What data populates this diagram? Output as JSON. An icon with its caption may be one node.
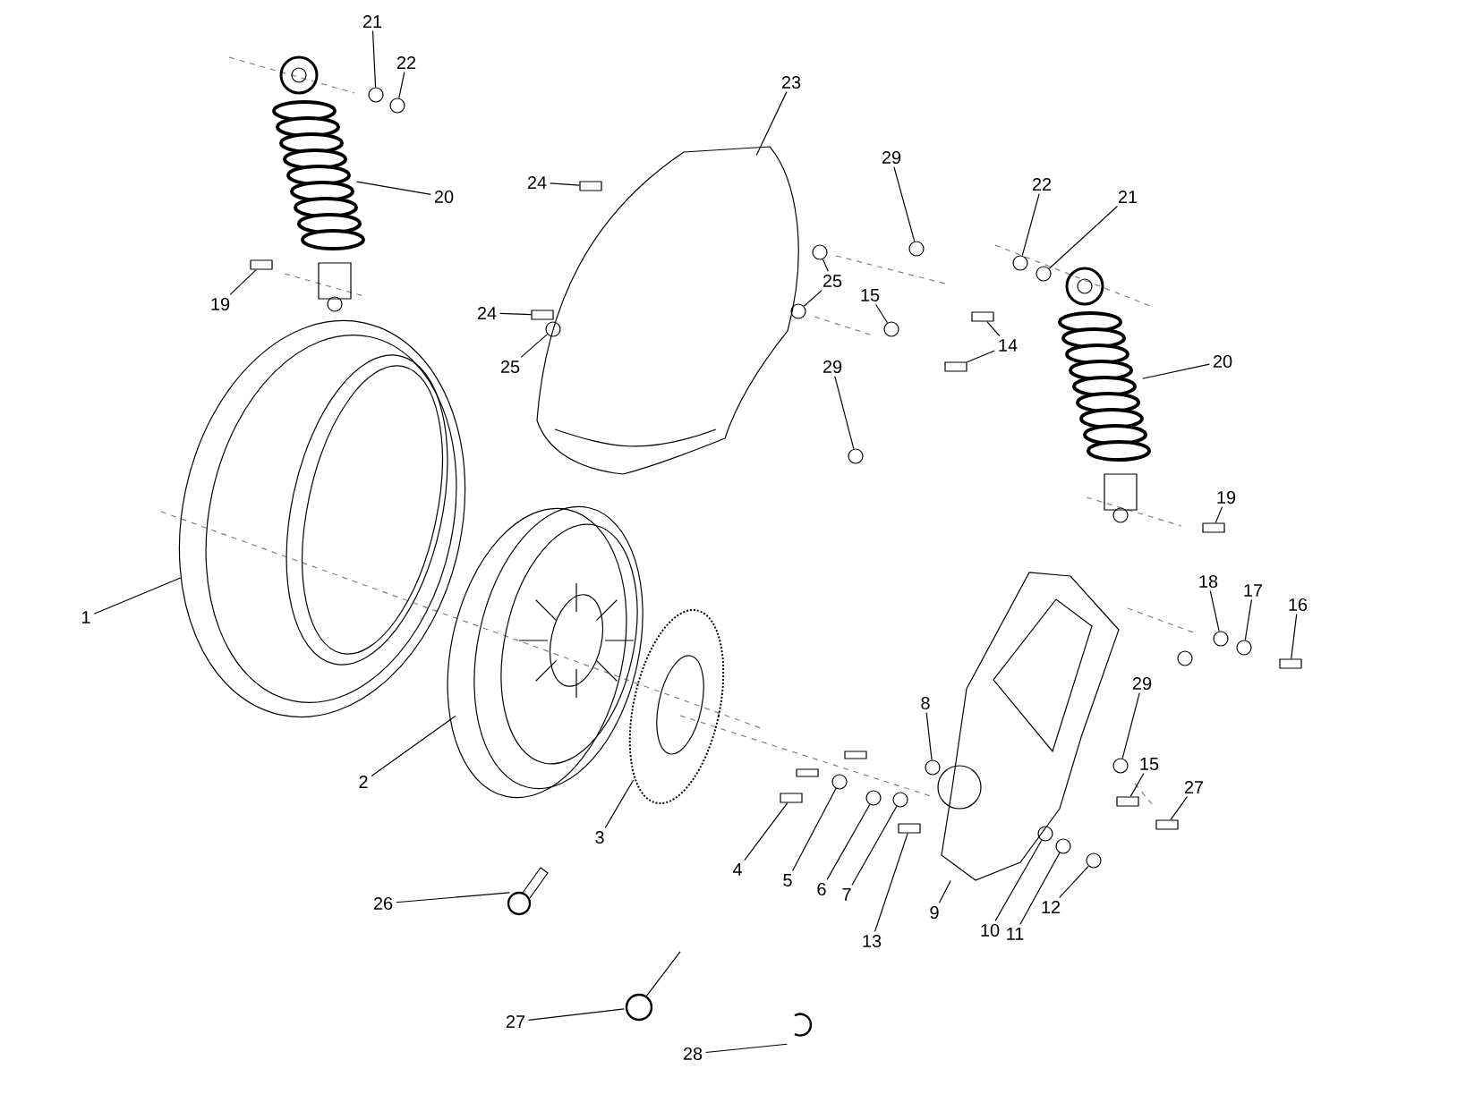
{
  "diagram": {
    "nodes": [
      {
        "text": [
          "21"
        ]
      },
      {
        "text": [
          "22"
        ]
      },
      {
        "text": [
          "23"
        ]
      },
      {
        "text": [
          "29"
        ]
      },
      {
        "text": [
          "22"
        ]
      },
      {
        "text": [
          "21"
        ]
      },
      {
        "text": [
          "24"
        ]
      },
      {
        "text": [
          "20"
        ]
      },
      {
        "text": [
          "25"
        ]
      },
      {
        "text": [
          "15"
        ]
      },
      {
        "text": [
          "14"
        ]
      },
      {
        "text": [
          "20"
        ]
      },
      {
        "text": [
          "19"
        ]
      },
      {
        "text": [
          "24"
        ]
      },
      {
        "text": [
          "25"
        ]
      },
      {
        "text": [
          "29"
        ]
      },
      {
        "text": [
          "19"
        ]
      },
      {
        "text": [
          "18"
        ]
      },
      {
        "text": [
          "17"
        ]
      },
      {
        "text": [
          "16"
        ]
      },
      {
        "text": [
          "1"
        ]
      },
      {
        "text": [
          "8"
        ]
      },
      {
        "text": [
          "29"
        ]
      },
      {
        "text": [
          "15"
        ]
      },
      {
        "text": [
          "27"
        ]
      },
      {
        "text": [
          "2"
        ]
      },
      {
        "text": [
          "3"
        ]
      },
      {
        "text": [
          "4"
        ]
      },
      {
        "text": [
          "5"
        ]
      },
      {
        "text": [
          "6"
        ]
      },
      {
        "text": [
          "7"
        ]
      },
      {
        "text": [
          "12"
        ]
      },
      {
        "text": [
          "9"
        ]
      },
      {
        "text": [
          "10"
        ]
      },
      {
        "text": [
          "11"
        ]
      },
      {
        "text": [
          "13"
        ]
      },
      {
        "text": [
          "26"
        ]
      },
      {
        "text": [
          "27"
        ]
      },
      {
        "text": [
          "28"
        ]
      },
      {
        "text": [],
        "shape": "circle"
      },
      {
        "text": [],
        "shape": "circle"
      },
      {
        "text": [],
        "shape": "picture"
      },
      {
        "text": [],
        "shape": "circle"
      },
      {
        "text": [],
        "shape": "circle"
      },
      {
        "text": [],
        "shape": "circle"
      },
      {
        "text": [],
        "shape": "bolt"
      },
      {
        "text": [],
        "shape": "picture"
      },
      {
        "text": [],
        "shape": "circle"
      },
      {
        "text": [],
        "shape": "circle"
      },
      {
        "text": [],
        "shape": "circle"
      },
      {
        "text": [],
        "shape": "bolt"
      },
      {
        "text": [],
        "shape": "bolt"
      },
      {
        "text": [],
        "shape": "picture"
      },
      {
        "text": [],
        "shape": "bolt"
      },
      {
        "text": [],
        "shape": "bolt"
      },
      {
        "text": [],
        "shape": "circle"
      },
      {
        "text": [],
        "shape": "circle"
      },
      {
        "text": [],
        "shape": "bolt"
      },
      {
        "text": [],
        "shape": "circle"
      },
      {
        "text": [],
        "shape": "circle"
      },
      {
        "text": [],
        "shape": "bolt"
      },
      {
        "text": [],
        "shape": "picture"
      },
      {
        "text": [],
        "shape": "circle"
      },
      {
        "text": [],
        "shape": "circle"
      },
      {
        "text": [],
        "shape": "bolt"
      },
      {
        "text": [],
        "shape": "bolt"
      },
      {
        "text": [],
        "shape": "picture"
      },
      {
        "text": [],
        "shape": "picture"
      },
      {
        "text": [],
        "shape": "bolt"
      },
      {
        "text": [],
        "shape": "circle"
      },
      {
        "text": [],
        "shape": "circle"
      },
      {
        "text": [],
        "shape": "circle"
      },
      {
        "text": [],
        "shape": "circle"
      },
      {
        "text": [],
        "shape": "picture"
      },
      {
        "text": [],
        "shape": "circle"
      },
      {
        "text": [],
        "shape": "circle"
      },
      {
        "text": [],
        "shape": "bolt"
      },
      {
        "text": [],
        "shape": "picture"
      },
      {
        "text": [],
        "shape": "picture"
      },
      {
        "text": [],
        "shape": "picture"
      }
    ],
    "edges": [
      {
        "from": 0,
        "to": 39,
        "arrow": "none"
      },
      {
        "from": 1,
        "to": 40,
        "arrow": "none"
      },
      {
        "from": 2,
        "to": 41,
        "arrow": "none"
      },
      {
        "from": 3,
        "to": 42,
        "arrow": "none"
      },
      {
        "from": 4,
        "to": 43,
        "arrow": "none"
      },
      {
        "from": 5,
        "to": 44,
        "arrow": "none"
      },
      {
        "from": 6,
        "to": 45,
        "arrow": "none"
      },
      {
        "from": 7,
        "to": 46,
        "arrow": "none"
      },
      {
        "from": 8,
        "to": 47,
        "arrow": "none"
      },
      {
        "from": 8,
        "to": 48,
        "arrow": "none"
      },
      {
        "from": 9,
        "to": 49,
        "arrow": "none"
      },
      {
        "from": 10,
        "to": 50,
        "arrow": "none"
      },
      {
        "from": 10,
        "to": 51,
        "arrow": "none"
      },
      {
        "from": 11,
        "to": 52,
        "arrow": "none"
      },
      {
        "from": 12,
        "to": 53,
        "arrow": "none"
      },
      {
        "from": 13,
        "to": 54,
        "arrow": "none"
      },
      {
        "from": 14,
        "to": 55,
        "arrow": "none"
      },
      {
        "from": 15,
        "to": 56,
        "arrow": "none"
      },
      {
        "from": 16,
        "to": 57,
        "arrow": "none"
      },
      {
        "from": 17,
        "to": 58,
        "arrow": "none"
      },
      {
        "from": 18,
        "to": 59,
        "arrow": "none"
      },
      {
        "from": 19,
        "to": 60,
        "arrow": "none"
      },
      {
        "from": 20,
        "to": 61,
        "arrow": "none"
      },
      {
        "from": 21,
        "to": 62,
        "arrow": "none"
      },
      {
        "from": 22,
        "to": 63,
        "arrow": "none"
      },
      {
        "from": 23,
        "to": 64,
        "arrow": "none"
      },
      {
        "from": 24,
        "to": 65,
        "arrow": "none"
      },
      {
        "from": 25,
        "to": 66,
        "arrow": "none"
      },
      {
        "from": 26,
        "to": 67,
        "arrow": "none"
      },
      {
        "from": 27,
        "to": 68,
        "arrow": "none"
      },
      {
        "from": 28,
        "to": 69,
        "arrow": "none"
      },
      {
        "from": 29,
        "to": 70,
        "arrow": "none"
      },
      {
        "from": 30,
        "to": 71,
        "arrow": "none"
      },
      {
        "from": 31,
        "to": 72,
        "arrow": "none"
      },
      {
        "from": 32,
        "to": 73,
        "arrow": "none"
      },
      {
        "from": 33,
        "to": 74,
        "arrow": "none"
      },
      {
        "from": 34,
        "to": 75,
        "arrow": "none"
      },
      {
        "from": 35,
        "to": 76,
        "arrow": "none"
      },
      {
        "from": 36,
        "to": 77,
        "arrow": "none"
      },
      {
        "from": 37,
        "to": 78,
        "arrow": "none"
      },
      {
        "from": 38,
        "to": 79,
        "arrow": "none"
      }
    ]
  }
}
